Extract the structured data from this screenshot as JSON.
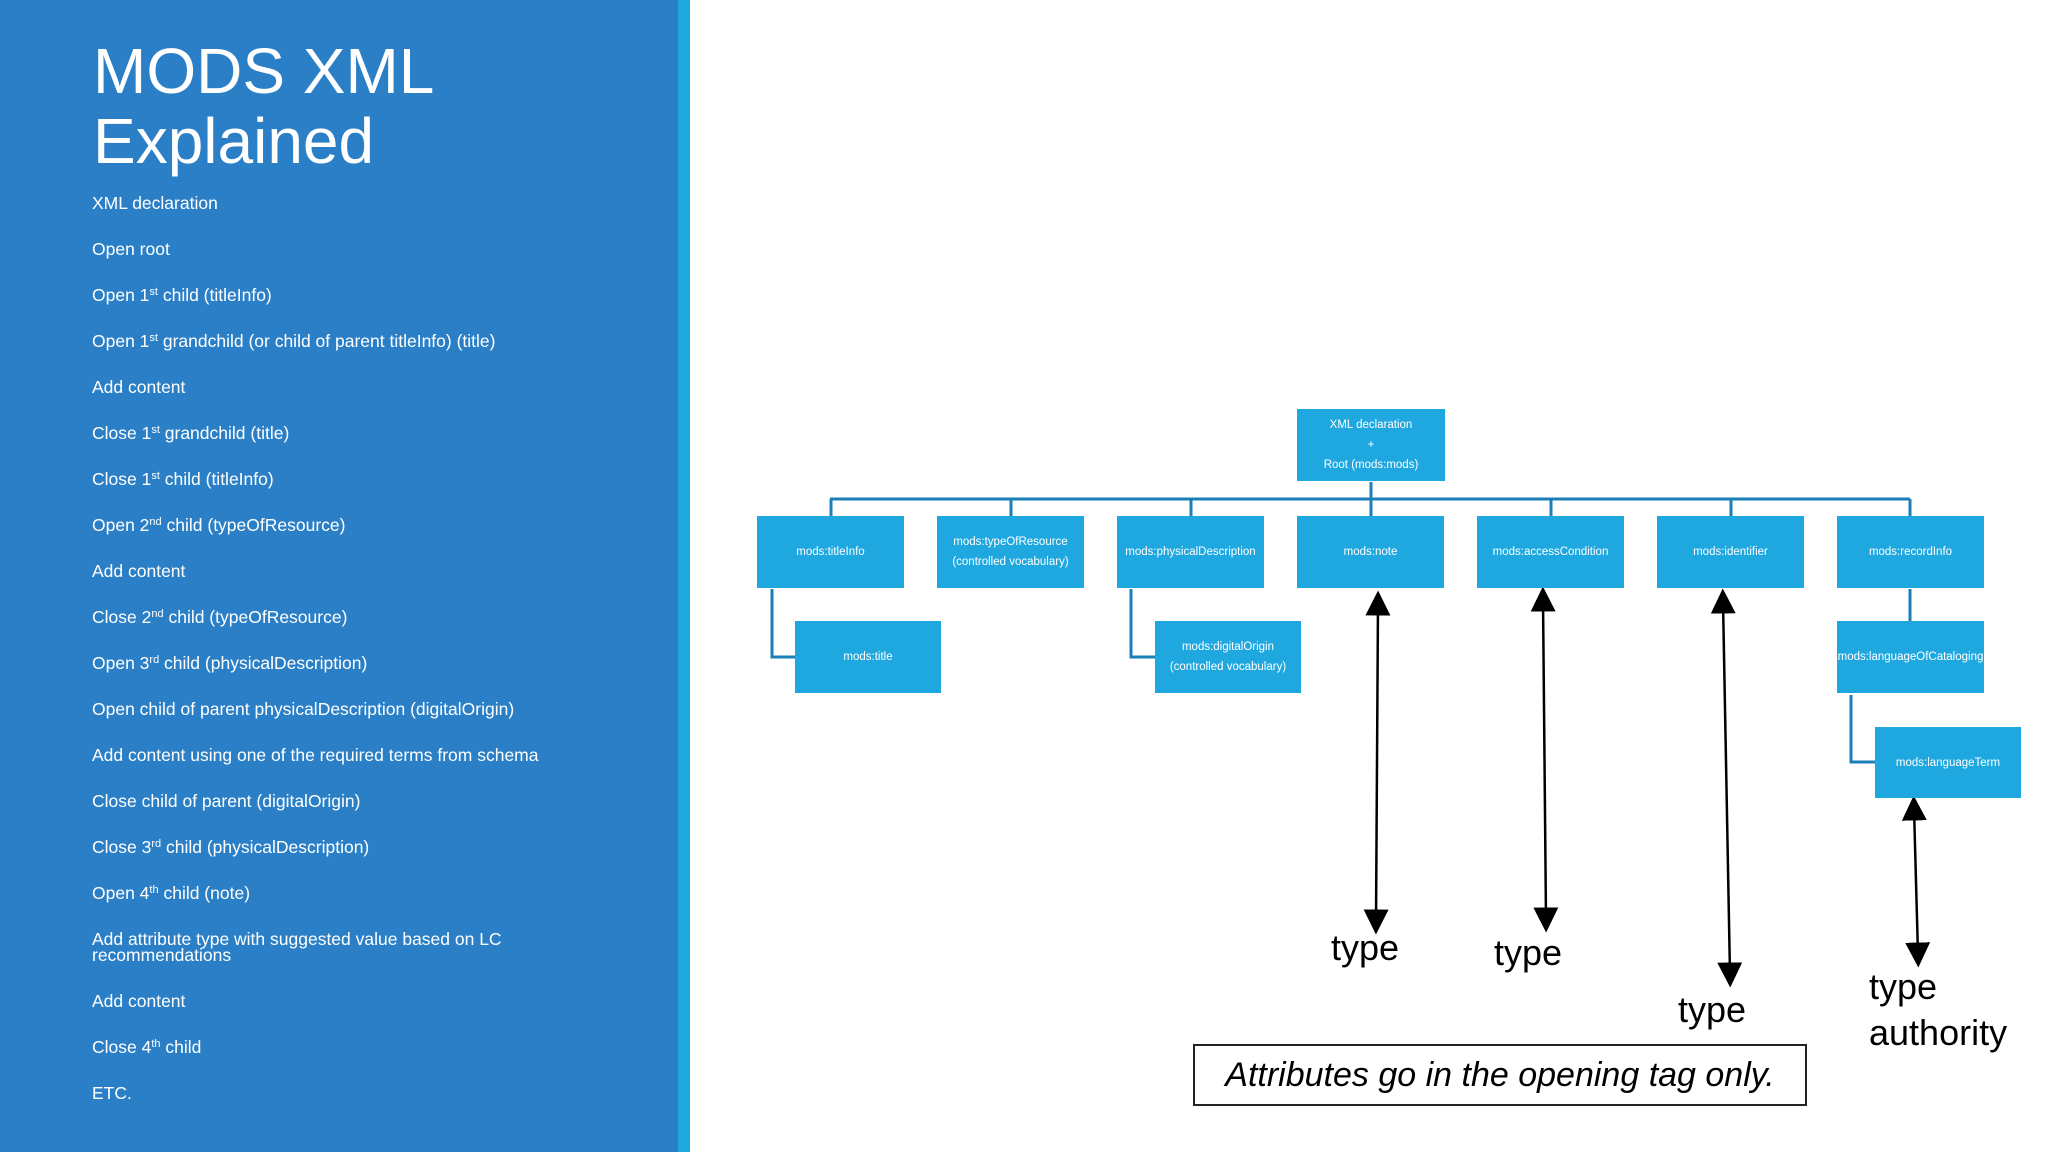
{
  "title": {
    "line1": "MODS XML",
    "line2": "Explained"
  },
  "steps": [
    {
      "pre": "XML declaration",
      "sup": "",
      "post": ""
    },
    {
      "pre": "Open root",
      "sup": "",
      "post": ""
    },
    {
      "pre": "Open 1",
      "sup": "st",
      "post": " child (titleInfo)"
    },
    {
      "pre": "Open 1",
      "sup": "st",
      "post": " grandchild (or child of parent titleInfo) (title)"
    },
    {
      "pre": "Add content",
      "sup": "",
      "post": ""
    },
    {
      "pre": "Close 1",
      "sup": "st",
      "post": " grandchild (title)"
    },
    {
      "pre": "Close 1",
      "sup": "st",
      "post": " child (titleInfo)"
    },
    {
      "pre": "Open 2",
      "sup": "nd",
      "post": " child (typeOfResource)"
    },
    {
      "pre": "Add content",
      "sup": "",
      "post": ""
    },
    {
      "pre": "Close 2",
      "sup": "nd",
      "post": " child (typeOfResource)"
    },
    {
      "pre": "Open 3",
      "sup": "rd",
      "post": " child (physicalDescription)"
    },
    {
      "pre": "Open child of parent physicalDescription (digitalOrigin)",
      "sup": "",
      "post": ""
    },
    {
      "pre": "Add content using one of the required terms from schema",
      "sup": "",
      "post": ""
    },
    {
      "pre": "Close child of parent (digitalOrigin)",
      "sup": "",
      "post": ""
    },
    {
      "pre": "Close 3",
      "sup": "rd",
      "post": " child (physicalDescription)"
    },
    {
      "pre": "Open 4",
      "sup": "th",
      "post": " child (note)"
    },
    {
      "pre": "Add attribute type with suggested value based on LC recommendations",
      "sup": "",
      "post": ""
    },
    {
      "pre": "Add content",
      "sup": "",
      "post": ""
    },
    {
      "pre": "Close 4",
      "sup": "th",
      "post": " child"
    },
    {
      "pre": "ETC.",
      "sup": "",
      "post": ""
    }
  ],
  "diagram": {
    "root": {
      "line1": "XML declaration",
      "line2": "+",
      "line3": "Root (mods:mods)"
    },
    "children": [
      {
        "line1": "mods:titleInfo",
        "line2": ""
      },
      {
        "line1": "mods:typeOfResource",
        "line2": "(controlled vocabulary)"
      },
      {
        "line1": "mods:physicalDescription",
        "line2": ""
      },
      {
        "line1": "mods:note",
        "line2": ""
      },
      {
        "line1": "mods:accessCondition",
        "line2": ""
      },
      {
        "line1": "mods:identifier",
        "line2": ""
      },
      {
        "line1": "mods:recordInfo",
        "line2": ""
      }
    ],
    "grandchildren": {
      "title": {
        "line1": "mods:title",
        "line2": ""
      },
      "digitalOrigin": {
        "line1": "mods:digitalOrigin",
        "line2": "(controlled vocabulary)"
      },
      "languageOfCataloging": {
        "line1": "mods:languageOfCataloging",
        "line2": ""
      },
      "languageTerm": {
        "line1": "mods:languageTerm",
        "line2": ""
      }
    },
    "attributes": {
      "note": "type",
      "accessCondition": "type",
      "identifier": "type",
      "languageTerm_1": "type",
      "languageTerm_2": "authority"
    },
    "callout": "Attributes go in the opening tag only."
  },
  "colors": {
    "panel": "#2a7fc6",
    "stripe": "#1fa8e0",
    "node": "#1fa8e0",
    "connector": "#1b7fb8"
  }
}
